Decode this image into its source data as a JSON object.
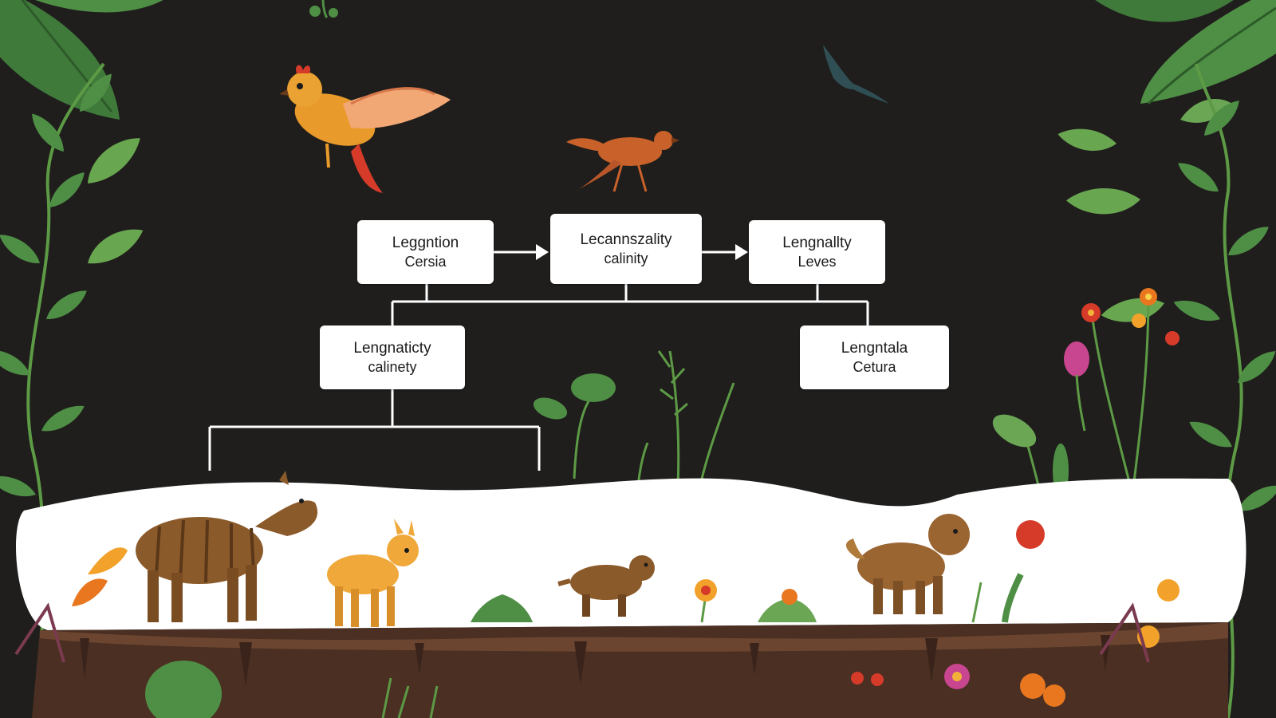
{
  "diagram": {
    "nodes": [
      {
        "id": "n1",
        "title": "Leggntion",
        "subtitle": "Cersia"
      },
      {
        "id": "n2",
        "title": "Lecannszality",
        "subtitle": "calinity"
      },
      {
        "id": "n3",
        "title": "Lengnallty",
        "subtitle": "Leves"
      },
      {
        "id": "n4",
        "title": "Lengnaticty",
        "subtitle": "calinety"
      },
      {
        "id": "n5",
        "title": "Lengntala",
        "subtitle": "Cetura"
      }
    ],
    "edges": [
      {
        "from": "n1",
        "to": "n2",
        "style": "arrow"
      },
      {
        "from": "n2",
        "to": "n3",
        "style": "arrow"
      },
      {
        "from": "n1",
        "to": "n4",
        "style": "bracket"
      },
      {
        "from": "n3",
        "to": "n5",
        "style": "bracket"
      }
    ]
  },
  "colors": {
    "background": "#1f1e1c",
    "node_fill": "#ffffff",
    "connector": "#ffffff",
    "leaf_dark": "#3f7a3a",
    "leaf_light": "#68a650",
    "soil": "#4a2f22",
    "ground": "#ffffff",
    "bird_orange": "#e89a2a",
    "bird_rust": "#c9622a",
    "flower_red": "#d63b2a",
    "flower_pink": "#c8458f"
  },
  "illustration": {
    "animals": [
      "striped-tapir",
      "fawn",
      "small-rodent",
      "lion-cub",
      "golden-bird",
      "rust-bird",
      "silhouette-bird"
    ],
    "plants": [
      "jungle-leaves",
      "fern",
      "wildflower",
      "succulent"
    ]
  }
}
